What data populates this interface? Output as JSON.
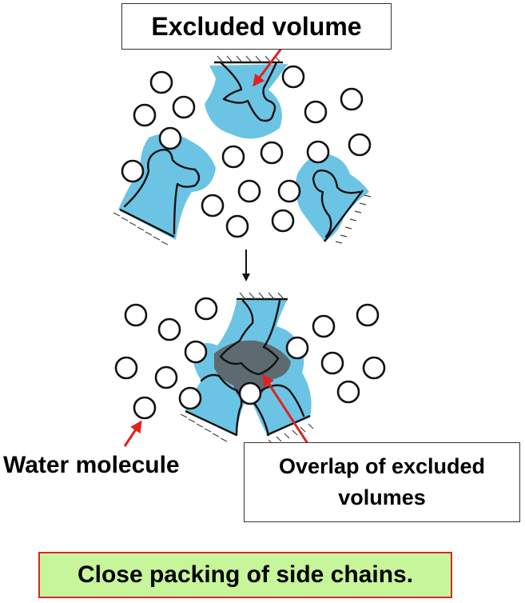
{
  "labels": {
    "excluded_volume": "Excluded volume",
    "water_molecule": "Water molecule",
    "overlap": "Overlap of excluded volumes",
    "caption": "Close packing of side chains."
  },
  "colors": {
    "excluded_volume_fill": "#6cc4e4",
    "overlap_fill": "#5a5a5a",
    "arrow": "#e0221f",
    "caption_fill": "#c7f59a",
    "caption_border": "#d22a2a"
  }
}
